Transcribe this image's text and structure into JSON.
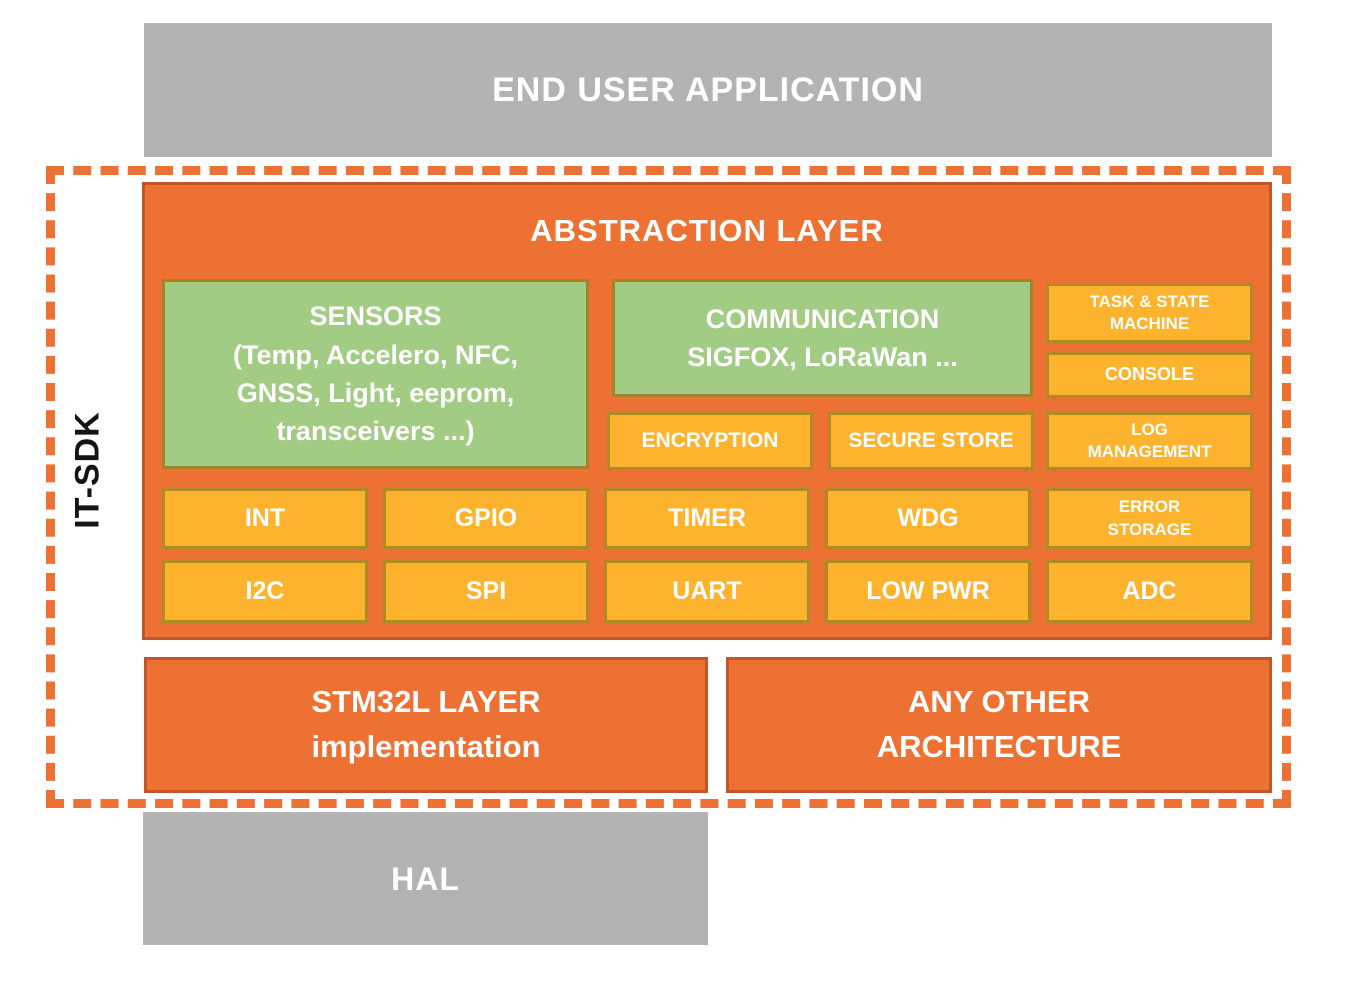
{
  "colors": {
    "orange_fill": "#ED7133",
    "orange_border": "#C0562B",
    "gold_fill": "#FDB32E",
    "gold_border": "#AF8A25",
    "green_fill": "#A2CB84",
    "green_border": "#9E8627",
    "gray_fill": "#B3B3B3",
    "text_light": "#FFFFFF",
    "text_dark": "#141414"
  },
  "layers": {
    "end_user_app": "END USER APPLICATION",
    "sdk_label": "IT-SDK",
    "hal": "HAL"
  },
  "abstraction": {
    "title": "ABSTRACTION LAYER",
    "sensors": {
      "lines": [
        "SENSORS",
        "(Temp, Accelero, NFC,",
        "GNSS, Light, eeprom,",
        "transceivers ...)"
      ]
    },
    "communication": {
      "lines": [
        "COMMUNICATION",
        "SIGFOX, LoRaWan ..."
      ]
    },
    "task_state_machine": "TASK & STATE MACHINE",
    "console": "CONSOLE",
    "log_management": "LOG MANAGEMENT",
    "encryption": "ENCRYPTION",
    "secure_store": "SECURE STORE",
    "error_storage": "ERROR STORAGE",
    "hw_row1": [
      "INT",
      "GPIO",
      "TIMER",
      "WDG"
    ],
    "hw_row2": [
      "I2C",
      "SPI",
      "UART",
      "LOW PWR",
      "ADC"
    ]
  },
  "implementation": {
    "stm32l": {
      "lines": [
        "STM32L LAYER",
        "implementation"
      ]
    },
    "other": {
      "lines": [
        "ANY OTHER",
        "ARCHITECTURE"
      ]
    }
  }
}
